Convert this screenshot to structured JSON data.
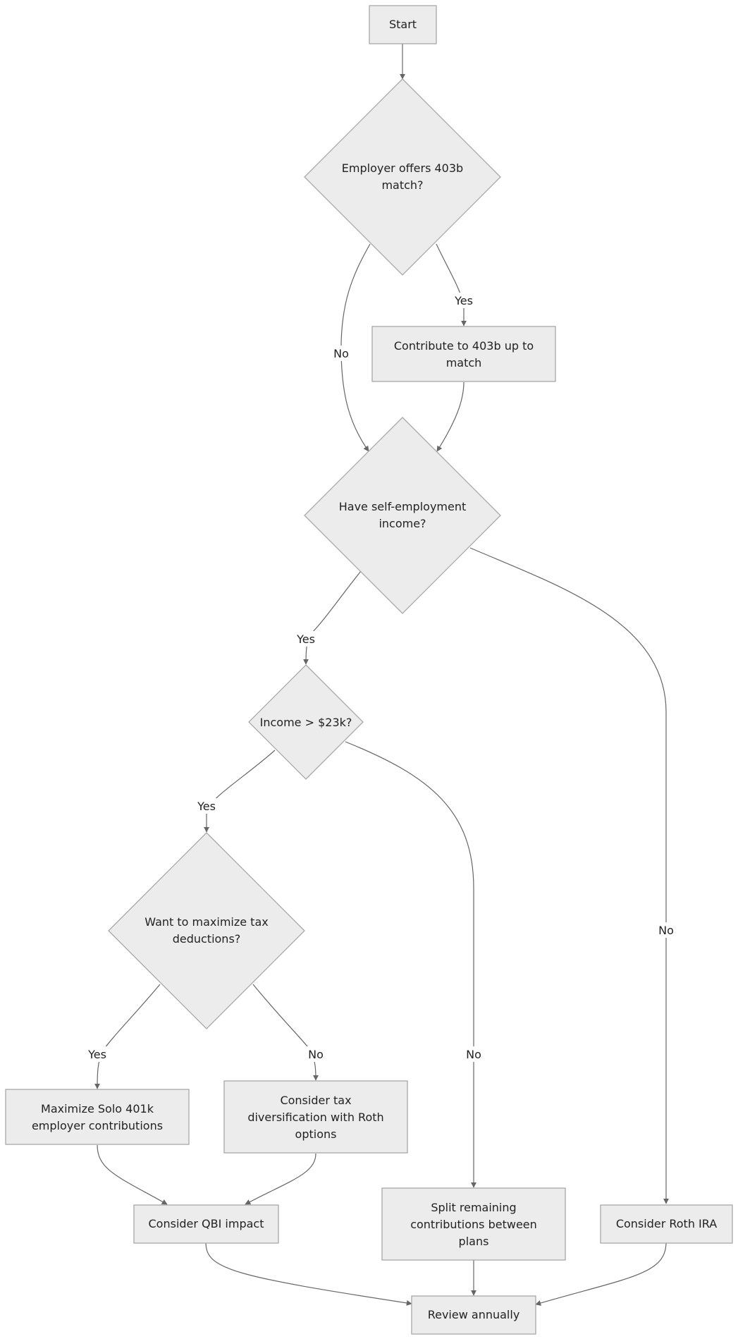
{
  "diagram": {
    "type": "flowchart",
    "nodes": {
      "start": {
        "shape": "rect",
        "lines": [
          "Start"
        ]
      },
      "match_q": {
        "shape": "diamond",
        "lines": [
          "Employer offers 403b",
          "match?"
        ]
      },
      "contribute": {
        "shape": "rect",
        "lines": [
          "Contribute to 403b up to",
          "match"
        ]
      },
      "self_emp_q": {
        "shape": "diamond",
        "lines": [
          "Have self-employment",
          "income?"
        ]
      },
      "income_q": {
        "shape": "diamond",
        "lines": [
          "Income > $23k?"
        ]
      },
      "deduct_q": {
        "shape": "diamond",
        "lines": [
          "Want to maximize tax",
          "deductions?"
        ]
      },
      "solo401k": {
        "shape": "rect",
        "lines": [
          "Maximize Solo 401k",
          "employer contributions"
        ]
      },
      "roth_div": {
        "shape": "rect",
        "lines": [
          "Consider tax",
          "diversification with Roth",
          "options"
        ]
      },
      "qbi": {
        "shape": "rect",
        "lines": [
          "Consider QBI impact"
        ]
      },
      "split": {
        "shape": "rect",
        "lines": [
          "Split remaining",
          "contributions between",
          "plans"
        ]
      },
      "roth_ira": {
        "shape": "rect",
        "lines": [
          "Consider Roth IRA"
        ]
      },
      "review": {
        "shape": "rect",
        "lines": [
          "Review annually"
        ]
      }
    },
    "edges": [
      {
        "from": "start",
        "to": "match_q",
        "label": ""
      },
      {
        "from": "match_q",
        "to": "self_emp_q",
        "label": "No"
      },
      {
        "from": "match_q",
        "to": "contribute",
        "label": "Yes"
      },
      {
        "from": "contribute",
        "to": "self_emp_q",
        "label": ""
      },
      {
        "from": "self_emp_q",
        "to": "income_q",
        "label": "Yes"
      },
      {
        "from": "self_emp_q",
        "to": "roth_ira",
        "label": "No"
      },
      {
        "from": "income_q",
        "to": "deduct_q",
        "label": "Yes"
      },
      {
        "from": "income_q",
        "to": "split",
        "label": "No"
      },
      {
        "from": "deduct_q",
        "to": "solo401k",
        "label": "Yes"
      },
      {
        "from": "deduct_q",
        "to": "roth_div",
        "label": "No"
      },
      {
        "from": "solo401k",
        "to": "qbi",
        "label": ""
      },
      {
        "from": "roth_div",
        "to": "qbi",
        "label": ""
      },
      {
        "from": "qbi",
        "to": "review",
        "label": ""
      },
      {
        "from": "split",
        "to": "review",
        "label": ""
      },
      {
        "from": "roth_ira",
        "to": "review",
        "label": ""
      }
    ]
  }
}
